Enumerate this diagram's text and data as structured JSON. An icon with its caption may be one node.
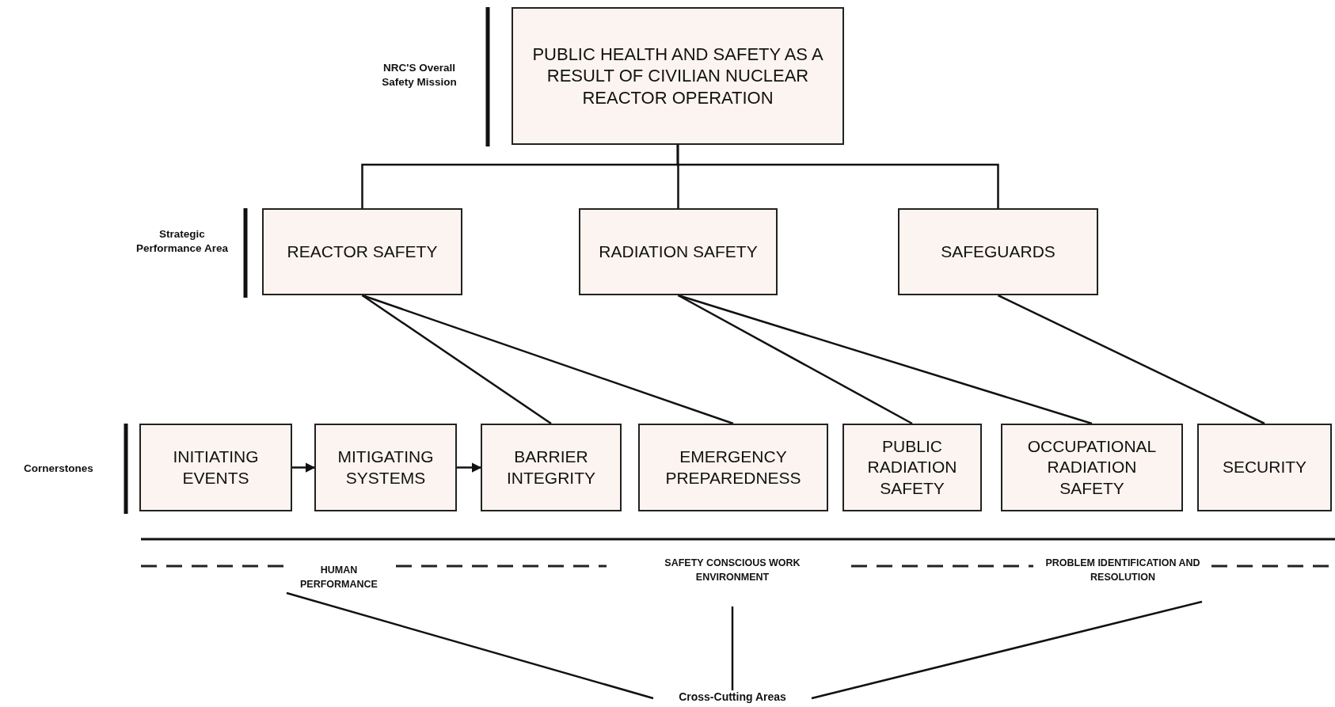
{
  "diagram": {
    "nodes": [
      {
        "text": [
          "PUBLIC HEALTH AND SAFETY AS A RESULT OF CIVILIAN NUCLEAR REACTOR OPERATION"
        ]
      },
      {
        "text": [
          "REACTOR SAFETY"
        ]
      },
      {
        "text": [
          "RADIATION SAFETY"
        ]
      },
      {
        "text": [
          "SAFEGUARDS"
        ]
      },
      {
        "text": [
          "INITIATING EVENTS"
        ]
      },
      {
        "text": [
          "MITIGATING SYSTEMS"
        ]
      },
      {
        "text": [
          "BARRIER INTEGRITY"
        ]
      },
      {
        "text": [
          "EMERGENCY PREPAREDNESS"
        ]
      },
      {
        "text": [
          "PUBLIC RADIATION SAFETY"
        ]
      },
      {
        "text": [
          "OCCUPATIONAL RADIATION SAFETY"
        ]
      },
      {
        "text": [
          "SECURITY"
        ]
      },
      {
        "text": [
          "HUMAN PERFORMANCE"
        ]
      },
      {
        "text": [
          "SAFETY CONSCIOUS WORK ENVIRONMENT"
        ]
      },
      {
        "text": [
          "PROBLEM IDENTIFICATION AND RESOLUTION"
        ]
      },
      {
        "text": [
          "Cross-Cutting Areas"
        ]
      }
    ],
    "edges": [
      {
        "from": 0,
        "to": 1,
        "arrow": "none"
      },
      {
        "from": 0,
        "to": 2,
        "arrow": "none"
      },
      {
        "from": 0,
        "to": 3,
        "arrow": "none"
      },
      {
        "from": 1,
        "to": 6,
        "arrow": "none"
      },
      {
        "from": 1,
        "to": 7,
        "arrow": "none"
      },
      {
        "from": 2,
        "to": 8,
        "arrow": "none"
      },
      {
        "from": 2,
        "to": 9,
        "arrow": "none"
      },
      {
        "from": 3,
        "to": 10,
        "arrow": "none"
      },
      {
        "from": 4,
        "to": 5,
        "arrow": "to"
      },
      {
        "from": 5,
        "to": 6,
        "arrow": "to"
      },
      {
        "from": 14,
        "to": 11,
        "arrow": "none"
      },
      {
        "from": 14,
        "to": 12,
        "arrow": "none"
      },
      {
        "from": 14,
        "to": 13,
        "arrow": "none"
      }
    ],
    "labels": [
      "NRC'S Overall Safety Mission",
      "Strategic Performance Area",
      "Cornerstones"
    ]
  }
}
